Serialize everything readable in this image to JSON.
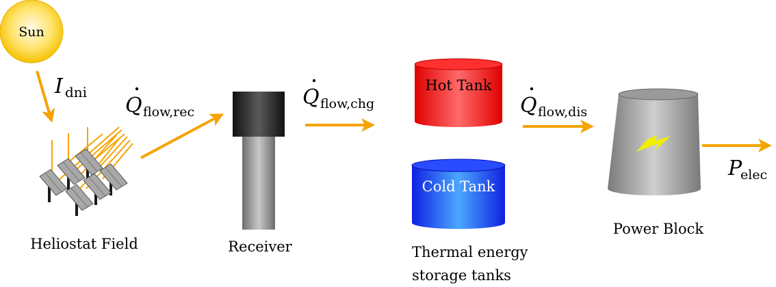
{
  "labels": {
    "sun": "Sun",
    "heliostat_field": "Heliostat Field",
    "receiver": "Receiver",
    "hot_tank": "Hot Tank",
    "cold_tank": "Cold Tank",
    "storage_line1": "Thermal energy",
    "storage_line2": "storage tanks",
    "power_block": "Power Block"
  },
  "flows": {
    "dni": {
      "symbol": "I",
      "sub": "dni"
    },
    "rec": {
      "symbol": "Q",
      "sub": "flow,rec"
    },
    "chg": {
      "symbol": "Q",
      "sub": "flow,chg"
    },
    "dis": {
      "symbol": "Q",
      "sub": "flow,dis"
    },
    "elec": {
      "symbol": "P",
      "sub": "elec"
    }
  },
  "colors": {
    "arrow": "#f5a300",
    "hot_tank": "#ff1a1a",
    "cold_tank": "#1a3cff",
    "sun": "#ffd21a",
    "receiver_head": "#1c1c1c",
    "power_block": "#8c8c8c",
    "bolt": "#f2ee00"
  }
}
